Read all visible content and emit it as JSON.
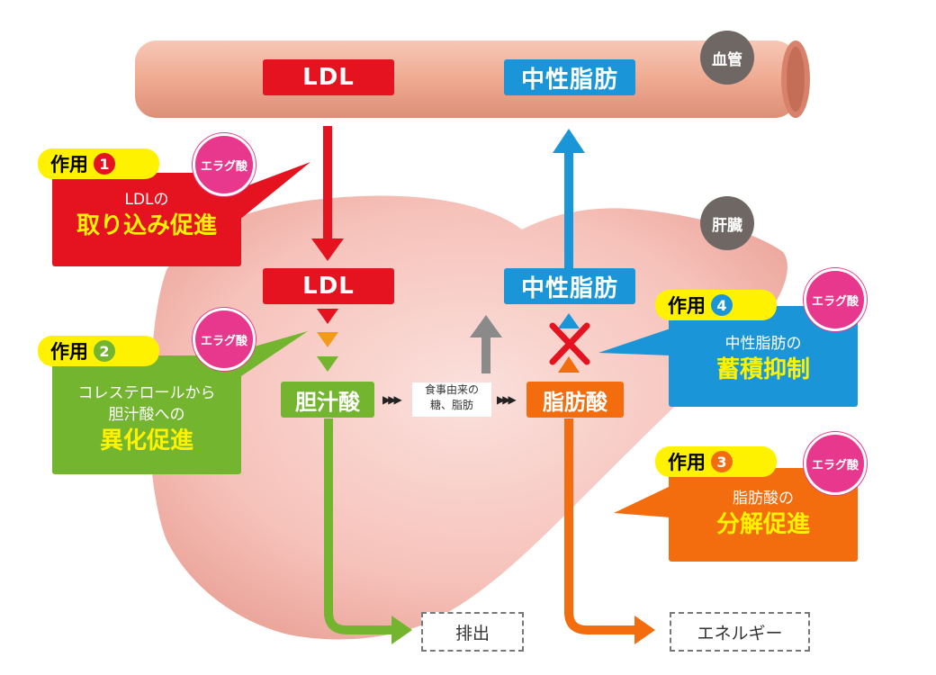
{
  "blood_vessel": {
    "label": "血管",
    "ldl": "LDL",
    "triglyceride": "中性脂肪"
  },
  "liver": {
    "label": "肝臓",
    "ldl": "LDL",
    "triglyceride": "中性脂肪",
    "bile_acid": "胆汁酸",
    "fatty_acid": "脂肪酸",
    "dietary": [
      "食事由来の",
      "糖、脂肪"
    ]
  },
  "outputs": {
    "excretion": "排出",
    "energy": "エネルギー"
  },
  "actions": [
    {
      "tag": "作用",
      "num": "1",
      "badge": "エラグ酸",
      "line1": "LDLの",
      "line2": "取り込み促進"
    },
    {
      "tag": "作用",
      "num": "2",
      "badge": "エラグ酸",
      "line1": "コレステロールから",
      "line1b": "胆汁酸への",
      "line2": "異化促進"
    },
    {
      "tag": "作用",
      "num": "3",
      "badge": "エラグ酸",
      "line1": "脂肪酸の",
      "line2": "分解促進"
    },
    {
      "tag": "作用",
      "num": "4",
      "badge": "エラグ酸",
      "line1": "中性脂肪の",
      "line2": "蓄積抑制"
    }
  ],
  "colors": {
    "ldl": "#e5121f",
    "triglyceride": "#1a96d8",
    "bile_acid": "#74b530",
    "fatty_acid": "#f36c0d",
    "vessel": "#f3b7a3",
    "liver": "#f7c4bd",
    "badge": "#e8388e",
    "tag": "#fff200"
  }
}
